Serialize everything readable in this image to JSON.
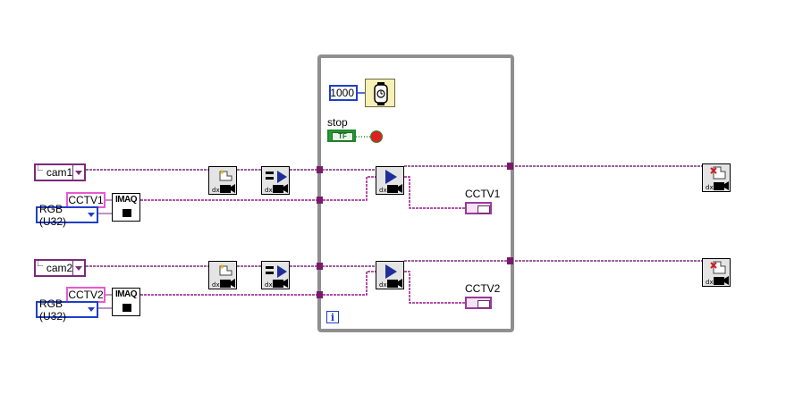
{
  "controls": {
    "cam1": "cam1",
    "cam2": "cam2",
    "rgb1": "RGB (U32)",
    "rgb2": "RGB (U32)",
    "image1": "CCTV1",
    "image2": "CCTV2"
  },
  "imaq_label": "IMAQ",
  "loop": {
    "wait_ms": "1000",
    "stop_label": "stop",
    "bool_text": "TF",
    "iteration": "i"
  },
  "displays": {
    "display1": "CCTV1",
    "display2": "CCTV2"
  },
  "colors": {
    "refnum_wire": "#7a2a7a",
    "image_wire": "#9a1a8a",
    "numeric": "#1f3fc8",
    "boolean": "#1f8a2c",
    "loop_border": "#8f8f8f"
  }
}
